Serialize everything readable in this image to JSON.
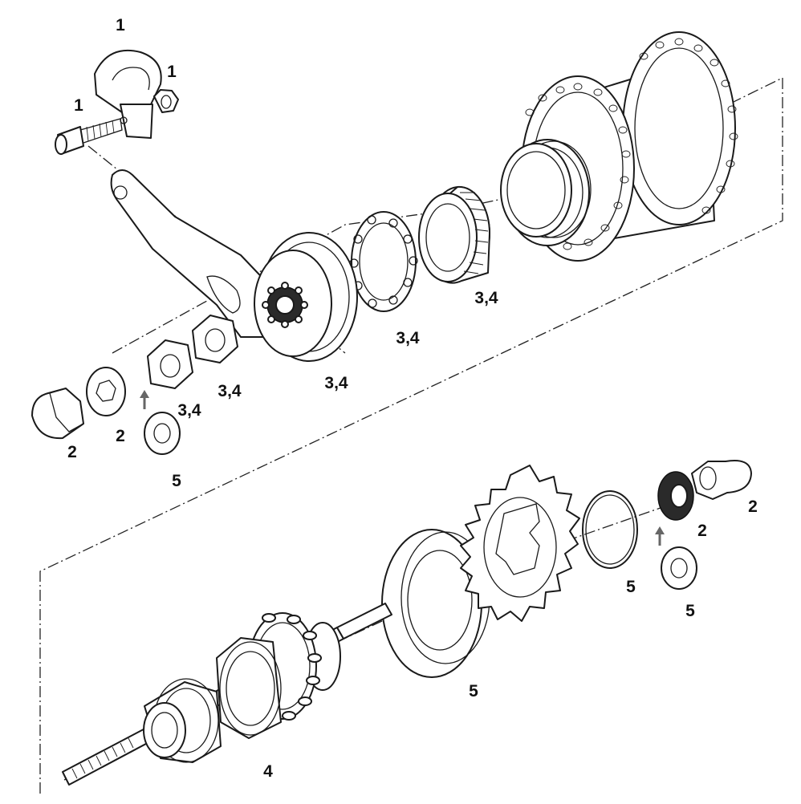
{
  "labels": {
    "clamp_top": "1",
    "clamp_nut": "1",
    "clamp_bolt": "1",
    "brake_arm": "3,4",
    "bearing_cage": "3,4",
    "clutch_ring": "3,4",
    "nut_front": "3,4",
    "nut_rear": "3,4",
    "acorn_nut_left": "2",
    "washer_left": "2",
    "spacer_left": "5",
    "acorn_nut_right": "2",
    "lock_washer_right": "2",
    "snap_ring": "5",
    "spacer_right": "5",
    "dust_cap": "5",
    "internals": "4"
  }
}
